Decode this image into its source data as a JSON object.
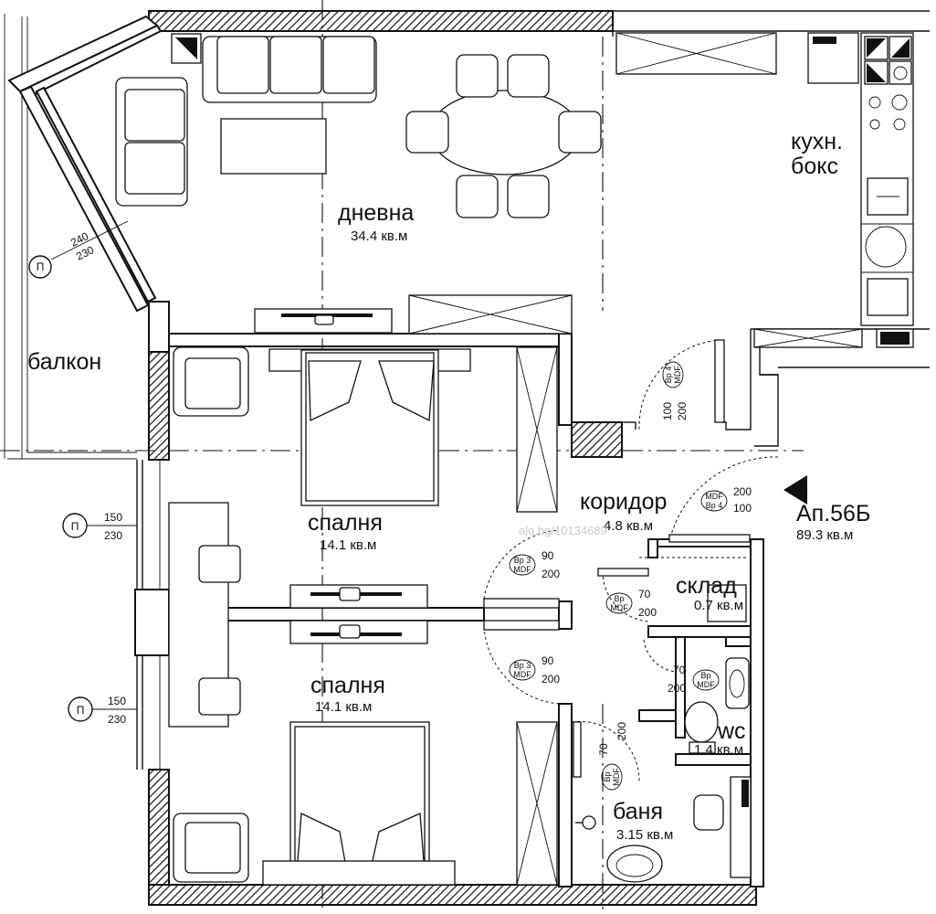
{
  "plan": {
    "rooms": {
      "living": {
        "name": "дневна",
        "area": "34.4 кв.м"
      },
      "kitchen": {
        "name_line1": "кухн.",
        "name_line2": "бокс"
      },
      "balcony": {
        "name": "балкон"
      },
      "bedroom_top": {
        "name": "спалня",
        "area": "14.1 кв.м"
      },
      "bedroom_bottom": {
        "name": "спалня",
        "area": "14.1 кв.м"
      },
      "corridor": {
        "name": "коридор",
        "area": "4.8 кв.м"
      },
      "storage": {
        "name": "склад",
        "area": "0.7 кв.м"
      },
      "wc": {
        "name": "wc",
        "area": "1.4 кв.м"
      },
      "bath": {
        "name": "баня",
        "area": "3.15 кв.м"
      }
    },
    "apartment": {
      "name": "Ап.56Б",
      "area": "89.3 кв.м"
    },
    "windows": {
      "balcony_door": {
        "code": "П",
        "width": "240",
        "height": "230"
      },
      "bed_top": {
        "code": "П",
        "width": "150",
        "height": "230"
      },
      "bed_bottom": {
        "code": "П",
        "width": "150",
        "height": "230"
      }
    },
    "doors": {
      "living_door": {
        "code": "Вр 4",
        "material": "MDF",
        "width": "100",
        "height": "200"
      },
      "entrance": {
        "code": "Вр 4",
        "material": "MDF",
        "width": "200",
        "height": "100"
      },
      "bed_top_door": {
        "code": "Вр 3",
        "material": "MDF",
        "width": "90",
        "height": "200"
      },
      "bed_bottom_door": {
        "code": "Вр 3",
        "material": "MDF",
        "width": "90",
        "height": "200"
      },
      "storage_door": {
        "code": "Вр",
        "material": "MDF",
        "width": "70",
        "height": "200"
      },
      "wc_door": {
        "code": "Вр",
        "material": "MDF",
        "width": "70",
        "height": "200"
      },
      "bath_door": {
        "code": "Вр",
        "material": "MDF",
        "width": "70",
        "height": "200"
      }
    },
    "watermark": "alo.bg/10134689",
    "colors": {
      "lines": "#111111",
      "background": "#ffffff"
    }
  }
}
